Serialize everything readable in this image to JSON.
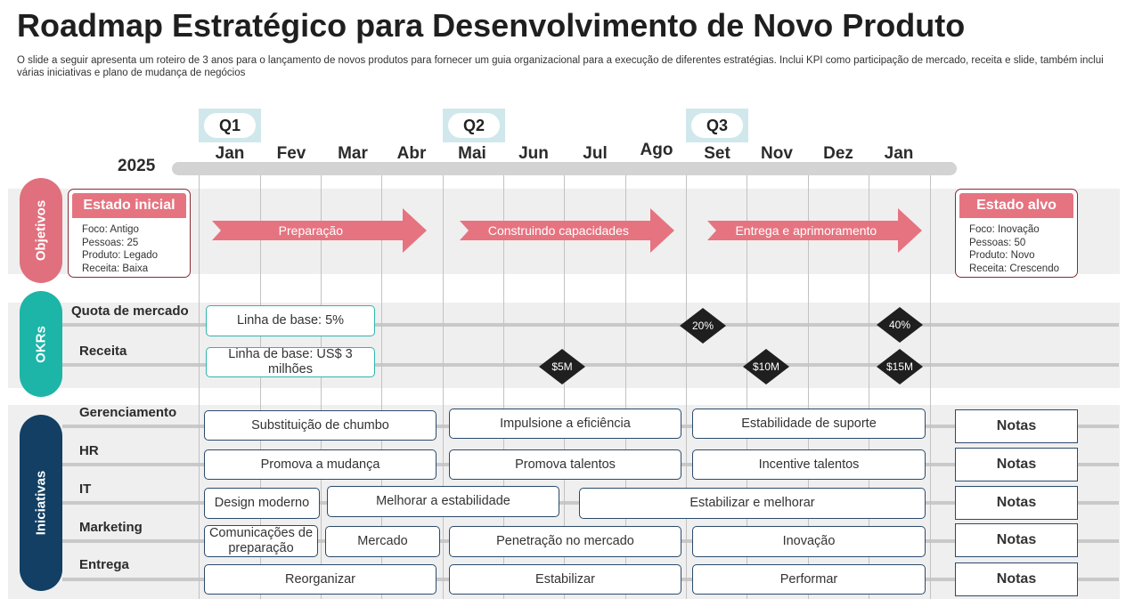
{
  "title": "Roadmap Estratégico para Desenvolvimento de Novo Produto",
  "subtitle": "O slide a seguir apresenta um roteiro de 3 anos para o lançamento de novos produtos para fornecer um guia organizacional para a execução de diferentes estratégias. Inclui KPI como participação de mercado, receita e slide, também inclui várias iniciativas e plano de mudança de negócios",
  "quarters": [
    "Q1",
    "Q2",
    "Q3"
  ],
  "year": "2025",
  "months": [
    "Jan",
    "Fev",
    "Mar",
    "Abr",
    "Mai",
    "Jun",
    "Jul",
    "Ago",
    "Set",
    "Nov",
    "Dez",
    "Jan"
  ],
  "colors": {
    "objetivos": "#e0707d",
    "okrs": "#1db5a8",
    "iniciativas": "#123f63",
    "arrow": "#e57480",
    "diamond": "#1f1f1f"
  },
  "sections": {
    "objetivos": "Objetivos",
    "okrs": "OKRs",
    "iniciativas": "Iniciativas"
  },
  "initial_state": {
    "title": "Estado inicial",
    "lines": [
      "Foco: Antigo",
      "Pessoas: 25",
      "Produto: Legado",
      "Receita: Baixa"
    ]
  },
  "target_state": {
    "title": "Estado alvo",
    "lines": [
      "Foco: Inovação",
      "Pessoas: 50",
      "Produto: Novo",
      "Receita: Crescendo"
    ]
  },
  "phases": [
    "Preparação",
    "Construindo capacidades",
    "Entrega e aprimoramento"
  ],
  "okrs": {
    "market": {
      "label": "Quota de mercado",
      "baseline": "Linha de base: 5%",
      "milestones": [
        "20%",
        "40%"
      ]
    },
    "revenue": {
      "label": "Receita",
      "baseline": "Linha de base: US$ 3 milhões",
      "milestones": [
        "$5M",
        "$10M",
        "$15M"
      ]
    }
  },
  "initiatives": [
    {
      "label": "Gerenciamento",
      "items": [
        "Substituição de chumbo",
        "Impulsione a eficiência",
        "Estabilidade de suporte"
      ],
      "notes": "Notas"
    },
    {
      "label": "HR",
      "items": [
        "Promova a mudança",
        "Promova talentos",
        "Incentive talentos"
      ],
      "notes": "Notas"
    },
    {
      "label": "IT",
      "items": [
        "Design moderno",
        "Melhorar a estabilidade",
        "Estabilizar e melhorar"
      ],
      "notes": "Notas"
    },
    {
      "label": "Marketing",
      "items": [
        "Comunicações de preparação",
        "Mercado",
        "Penetração no mercado",
        "Inovação"
      ],
      "notes": "Notas"
    },
    {
      "label": "Entrega",
      "items": [
        "Reorganizar",
        "Estabilizar",
        "Performar"
      ],
      "notes": "Notas"
    }
  ]
}
